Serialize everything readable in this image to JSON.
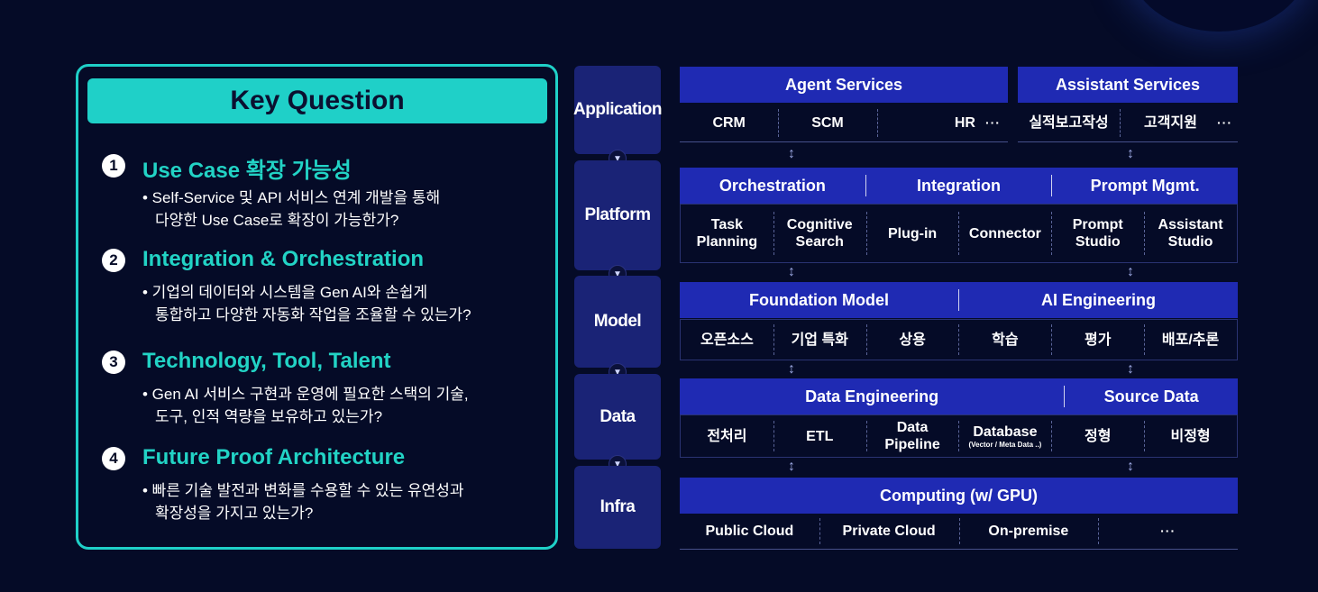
{
  "key_question": {
    "title": "Key Question",
    "items": [
      {
        "num": "1",
        "head": "Use Case 확장 가능성",
        "lines": [
          "• Self-Service 및 API 서비스 연계 개발을 통해",
          "다양한 Use Case로 확장이 가능한가?"
        ]
      },
      {
        "num": "2",
        "head": "Integration & Orchestration",
        "lines": [
          "• 기업의 데이터와 시스템을 Gen AI와 손쉽게",
          "통합하고 다양한 자동화 작업을 조율할 수 있는가?"
        ]
      },
      {
        "num": "3",
        "head": "Technology, Tool, Talent",
        "lines": [
          "• Gen AI 서비스 구현과 운영에 필요한 스택의 기술,",
          "도구, 인적 역량을 보유하고 있는가?"
        ]
      },
      {
        "num": "4",
        "head": "Future Proof Architecture",
        "lines": [
          "• 빠른 기술 발전과 변화를 수용할 수 있는 유연성과",
          "확장성을 가지고 있는가?"
        ]
      }
    ]
  },
  "layers": [
    "Application",
    "Platform",
    "Model",
    "Data",
    "Infra"
  ],
  "icons": {
    "chevron": "chevron-down-icon",
    "arrow": "up-down-arrow-icon"
  },
  "colors": {
    "accent": "#1fd0c8",
    "header_blue": "#1f2ab3",
    "layer_bg": "#1a2376",
    "background": "#050b27"
  },
  "application": {
    "agent_header": "Agent Services",
    "assistant_header": "Assistant Services",
    "agent_items": [
      "CRM",
      "SCM",
      "HR",
      "···"
    ],
    "assistant_items": [
      "실적보고작성",
      "고객지원",
      "···"
    ]
  },
  "platform": {
    "headers": [
      "Orchestration",
      "Integration",
      "Prompt Mgmt."
    ],
    "items": [
      [
        "Task",
        "Planning"
      ],
      [
        "Cognitive",
        "Search"
      ],
      [
        "Plug-in"
      ],
      [
        "Connector"
      ],
      [
        "Prompt",
        "Studio"
      ],
      [
        "Assistant",
        "Studio"
      ]
    ]
  },
  "model": {
    "headers": [
      "Foundation Model",
      "AI Engineering"
    ],
    "items": [
      "오픈소스",
      "기업 특화",
      "상용",
      "학습",
      "평가",
      "배포/추론"
    ]
  },
  "data": {
    "headers": [
      "Data Engineering",
      "Source Data"
    ],
    "items": [
      "전처리",
      "ETL",
      "Data",
      "Pipeline",
      "Database",
      "(Vector / Meta Data ..)",
      "정형",
      "비정형"
    ]
  },
  "infra": {
    "header": "Computing (w/ GPU)",
    "items": [
      "Public Cloud",
      "Private Cloud",
      "On-premise",
      "···"
    ]
  }
}
